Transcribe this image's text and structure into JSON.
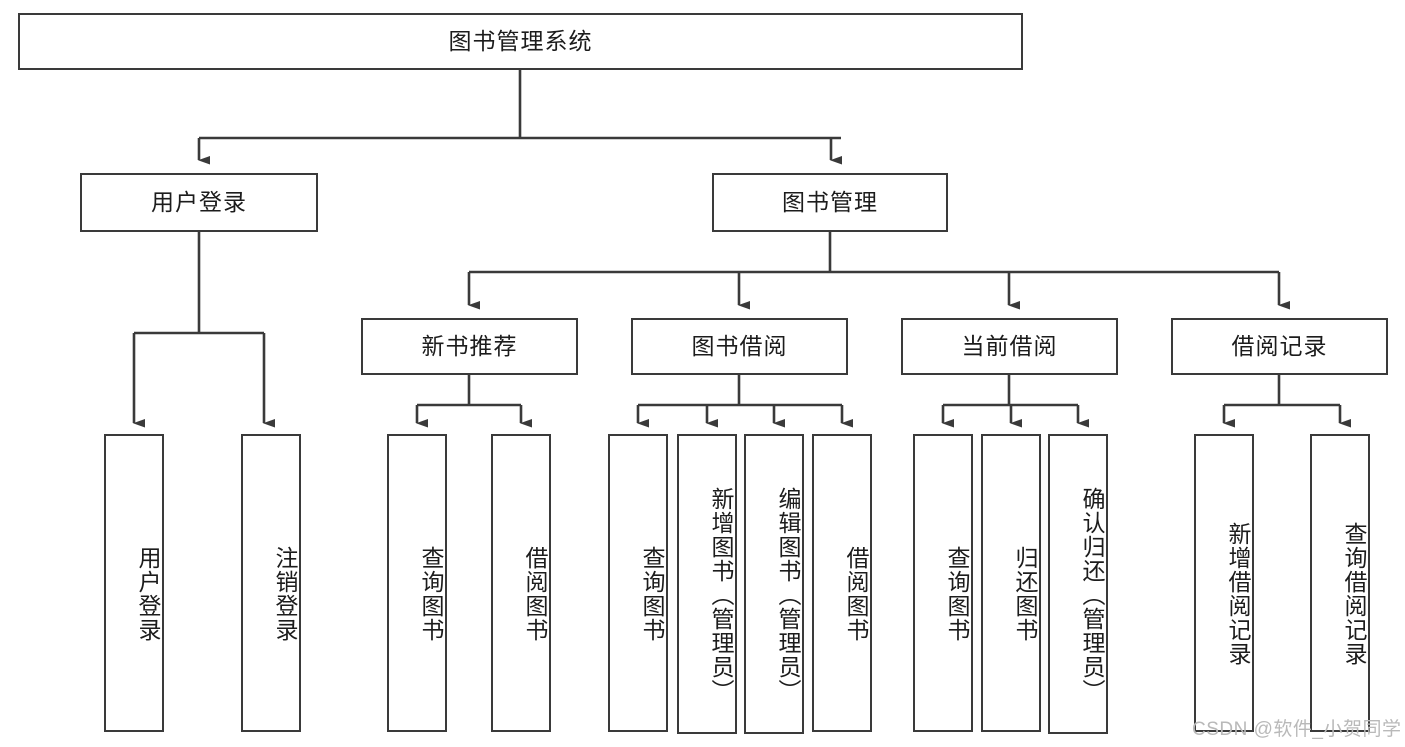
{
  "diagram": {
    "type": "tree-hierarchy",
    "title": "图书管理系统",
    "root": {
      "label": "图书管理系统"
    },
    "level2": [
      {
        "id": "user-login",
        "label": "用户登录"
      },
      {
        "id": "book-mgmt",
        "label": "图书管理"
      }
    ],
    "level3": [
      {
        "id": "new-book-rec",
        "label": "新书推荐",
        "parent": "book-mgmt"
      },
      {
        "id": "book-borrow",
        "label": "图书借阅",
        "parent": "book-mgmt"
      },
      {
        "id": "current-borrow",
        "label": "当前借阅",
        "parent": "book-mgmt"
      },
      {
        "id": "borrow-record",
        "label": "借阅记录",
        "parent": "book-mgmt"
      }
    ],
    "leaves": [
      {
        "id": "leaf-user-login",
        "label": "用户登录",
        "parent": "user-login"
      },
      {
        "id": "leaf-user-logout",
        "label": "注销登录",
        "parent": "user-login"
      },
      {
        "id": "leaf-rec-query",
        "label": "查询图书",
        "parent": "new-book-rec"
      },
      {
        "id": "leaf-rec-borrow",
        "label": "借阅图书",
        "parent": "new-book-rec"
      },
      {
        "id": "leaf-borrow-query",
        "label": "查询图书",
        "parent": "book-borrow"
      },
      {
        "id": "leaf-borrow-add",
        "label": "新增图书（管理员）",
        "parent": "book-borrow"
      },
      {
        "id": "leaf-borrow-edit",
        "label": "编辑图书（管理员）",
        "parent": "book-borrow"
      },
      {
        "id": "leaf-borrow-lend",
        "label": "借阅图书",
        "parent": "book-borrow"
      },
      {
        "id": "leaf-cur-query",
        "label": "查询图书",
        "parent": "current-borrow"
      },
      {
        "id": "leaf-cur-return",
        "label": "归还图书",
        "parent": "current-borrow"
      },
      {
        "id": "leaf-cur-confirm",
        "label": "确认归还（管理员）",
        "parent": "current-borrow"
      },
      {
        "id": "leaf-rec-add",
        "label": "新增借阅记录",
        "parent": "borrow-record"
      },
      {
        "id": "leaf-rec-query2",
        "label": "查询借阅记录",
        "parent": "borrow-record"
      }
    ],
    "watermark": "CSDN @软件_小贺同学",
    "colors": {
      "stroke": "#3a3a3a",
      "fill": "#ffffff",
      "text": "#1c1c1c",
      "watermark": "#b9b9b9"
    }
  }
}
